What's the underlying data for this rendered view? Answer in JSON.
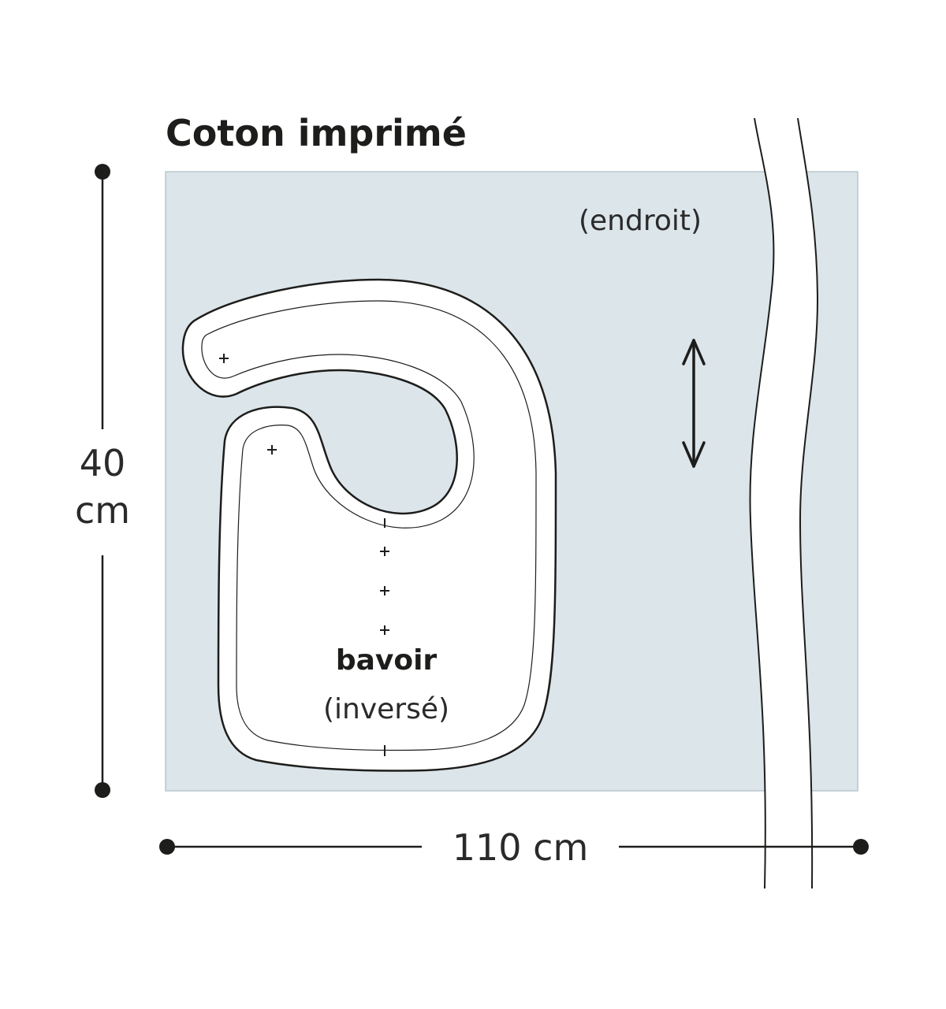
{
  "title": "Coton imprimé",
  "fabric_side_label": "(endroit)",
  "piece": {
    "name": "bavoir",
    "note": "(inversé)"
  },
  "dimensions": {
    "height_value": "40",
    "height_unit": "cm",
    "width_label": "110 cm"
  },
  "colors": {
    "fabric": "#dbe5ea",
    "outline": "#1d1d1b",
    "piece_fill": "#ffffff",
    "text": "#1d1d1b"
  },
  "icons": [
    "grainline-arrow-icon",
    "fabric-break-icon"
  ]
}
